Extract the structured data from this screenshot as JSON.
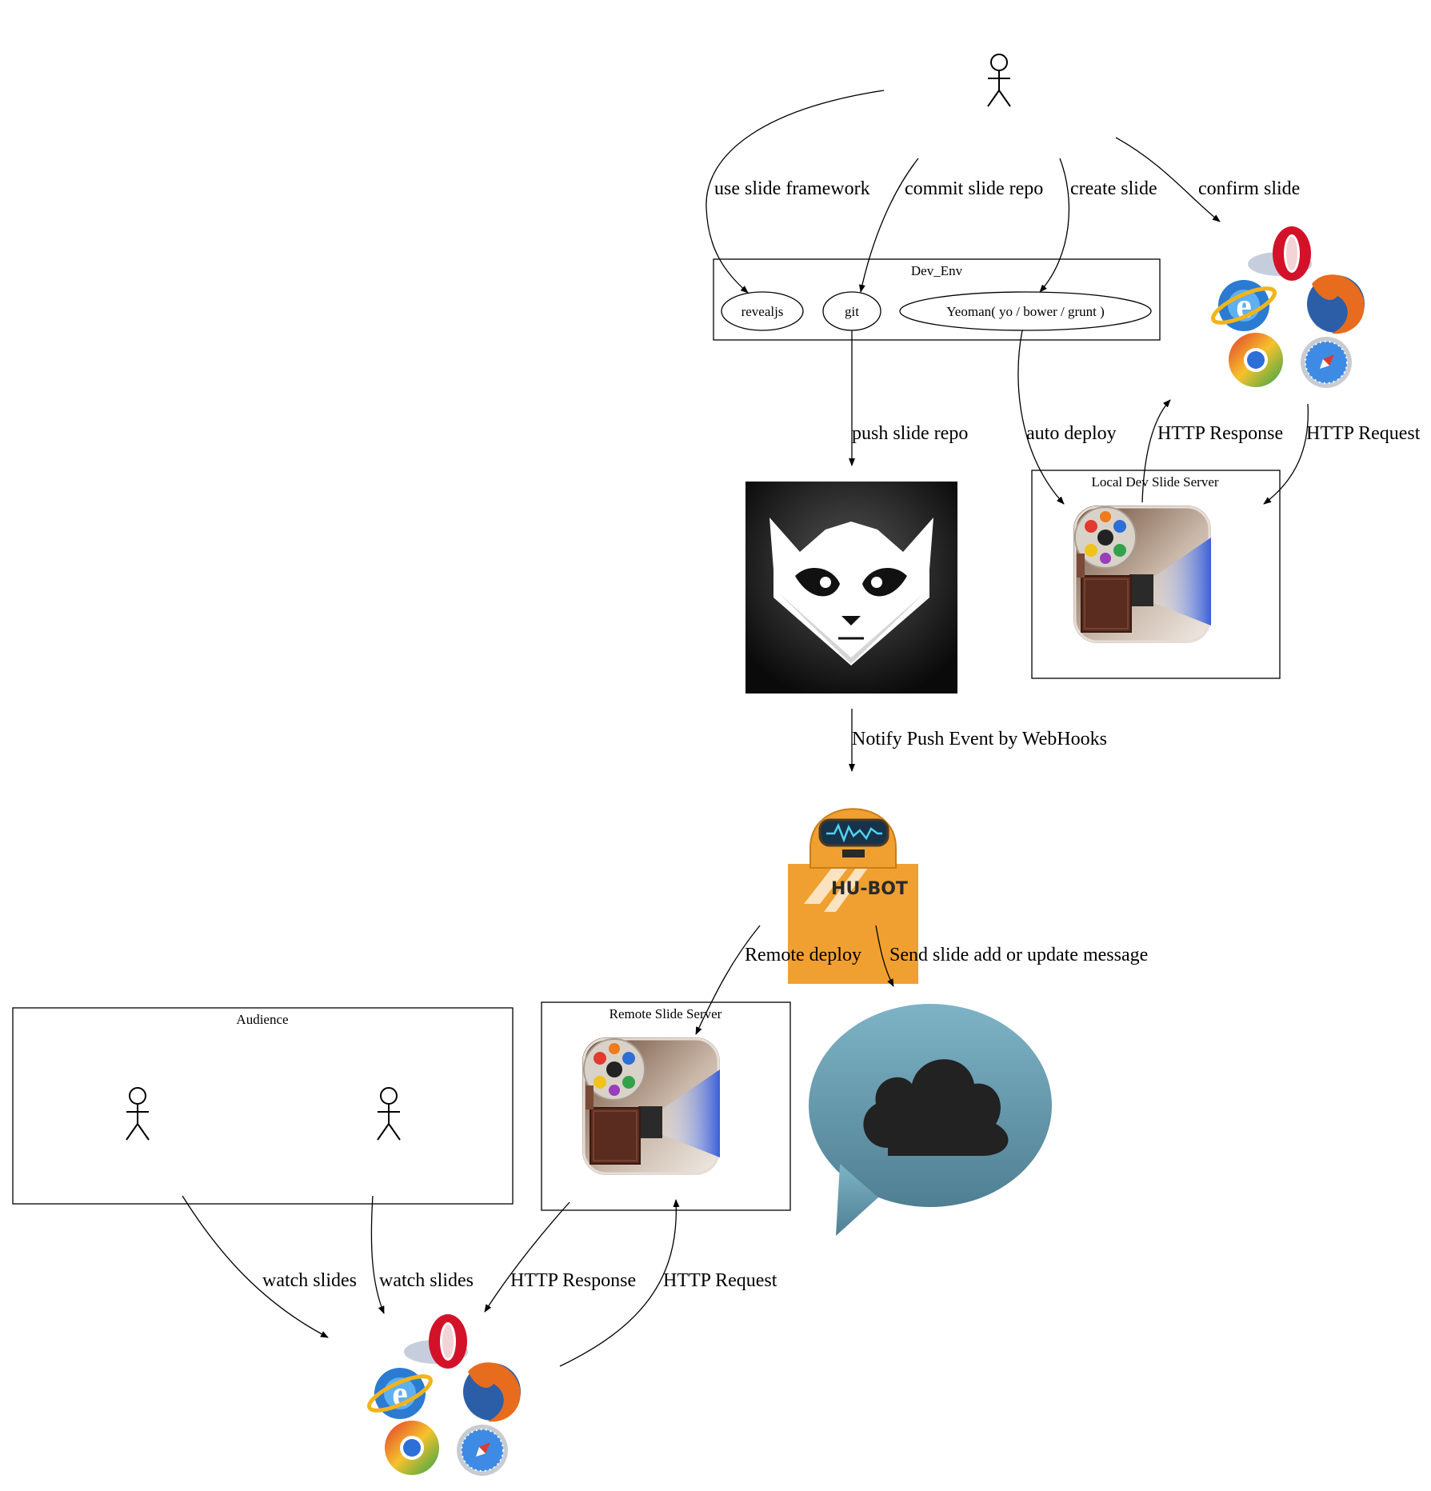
{
  "clusters": {
    "dev_env": "Dev_Env",
    "local_dev_server": "Local Dev Slide Server",
    "remote_server": "Remote Slide Server",
    "audience": "Audience"
  },
  "nodes": {
    "revealjs": "revealjs",
    "git": "git",
    "yeoman": "Yeoman( yo / bower / grunt )",
    "gitlab_label": "",
    "hubot_badge": "HU-BOT"
  },
  "edges": {
    "use_framework": "use slide framework",
    "commit_repo": "commit slide repo",
    "create_slide": "create slide",
    "confirm_slide": "confirm slide",
    "push_repo": "push slide repo",
    "auto_deploy": "auto deploy",
    "http_response_top": "HTTP Response",
    "http_request_top": "HTTP Request",
    "notify_push": "Notify Push Event by WebHooks",
    "remote_deploy": "Remote deploy",
    "send_message": "Send slide add or update message",
    "watch_slides_1": "watch slides",
    "watch_slides_2": "watch slides",
    "http_response_bottom": "HTTP Response",
    "http_request_bottom": "HTTP Request"
  },
  "icons": {
    "actor": "stick-figure-icon",
    "browsers": "browser-logos-icon",
    "gitlab": "gitlab-fox-icon",
    "slide_server": "film-projector-icon",
    "hubot": "hubot-robot-icon",
    "chat": "cloud-chat-bubble-icon"
  },
  "colors": {
    "hubot_orange": "#f0a030",
    "chat_teal": "#6fa5b8",
    "gitlab_bg": "#111111"
  }
}
